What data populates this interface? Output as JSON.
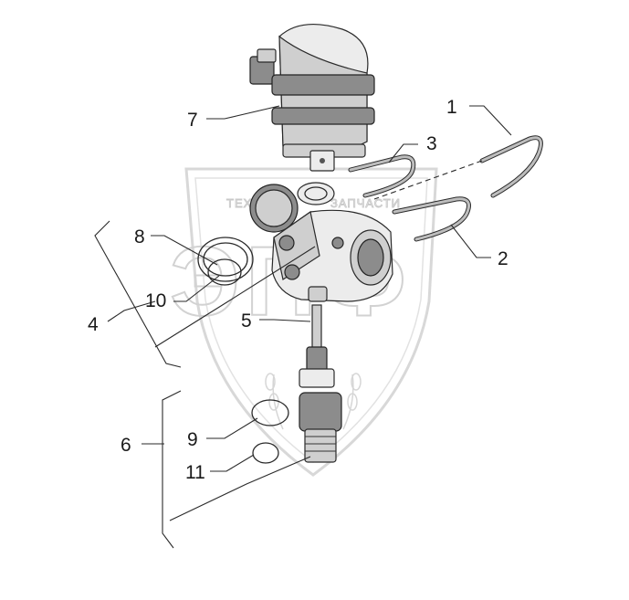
{
  "watermark": {
    "line1": "ТЕХНИКА",
    "line2": "ЗАПЧАСТИ",
    "logo": "ЭПФ"
  },
  "callouts": [
    {
      "id": "1",
      "label": "1"
    },
    {
      "id": "2",
      "label": "2"
    },
    {
      "id": "3",
      "label": "3"
    },
    {
      "id": "4",
      "label": "4"
    },
    {
      "id": "5",
      "label": "5"
    },
    {
      "id": "6",
      "label": "6"
    },
    {
      "id": "7",
      "label": "7"
    },
    {
      "id": "8",
      "label": "8"
    },
    {
      "id": "9",
      "label": "9"
    },
    {
      "id": "10",
      "label": "10"
    },
    {
      "id": "11",
      "label": "11"
    }
  ]
}
